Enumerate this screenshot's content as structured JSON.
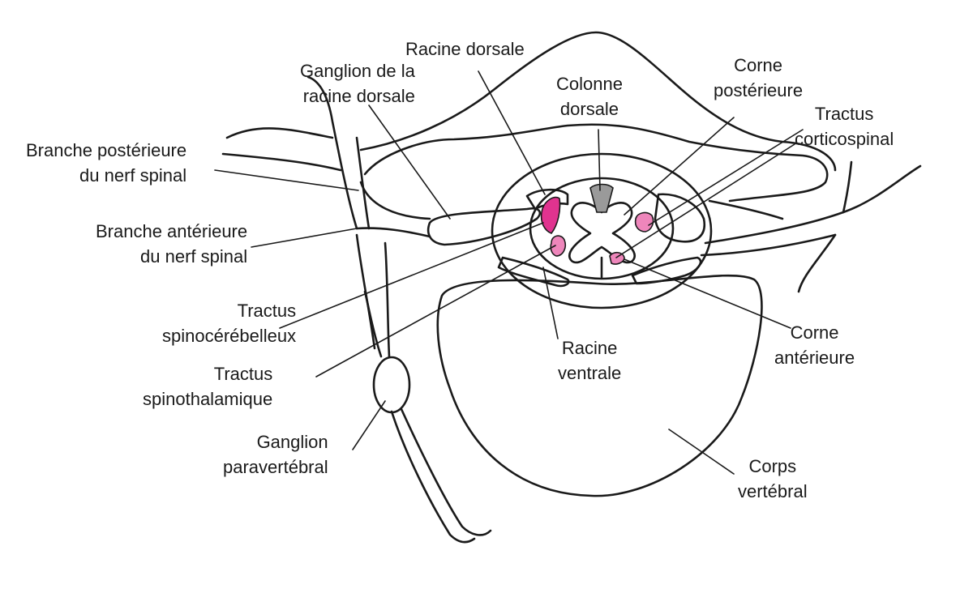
{
  "labels": {
    "dorsal_root": [
      "Racine dorsale"
    ],
    "dorsal_root_ganglion": [
      "Ganglion de la",
      "racine dorsale"
    ],
    "dorsal_column": [
      "Colonne",
      "dorsale"
    ],
    "posterior_horn": [
      "Corne",
      "postérieure"
    ],
    "corticospinal_tract": [
      "Tractus",
      "corticospinal"
    ],
    "posterior_branch": [
      "Branche postérieure",
      "du nerf spinal"
    ],
    "anterior_branch": [
      "Branche antérieure",
      "du nerf spinal"
    ],
    "spinocerebellar_tract": [
      "Tractus",
      "spinocérébelleux"
    ],
    "spinothalamic_tract": [
      "Tractus",
      "spinothalamique"
    ],
    "ventral_root": [
      "Racine",
      "ventrale"
    ],
    "anterior_horn": [
      "Corne",
      "antérieure"
    ],
    "paravertebral_ganglion": [
      "Ganglion",
      "paravertébral"
    ],
    "vertebral_body": [
      "Corps",
      "vertébral"
    ]
  },
  "colors": {
    "outline": "#1a1a1a",
    "vertebral_body_fill": "#e6e6e6",
    "pink_light": "#f4bcd6",
    "pink_mid": "#ee86bb",
    "pink_dark": "#e0338f",
    "gray_matter": "#e8dfe6",
    "dorsal_column_fill": "#9a9a9a"
  }
}
